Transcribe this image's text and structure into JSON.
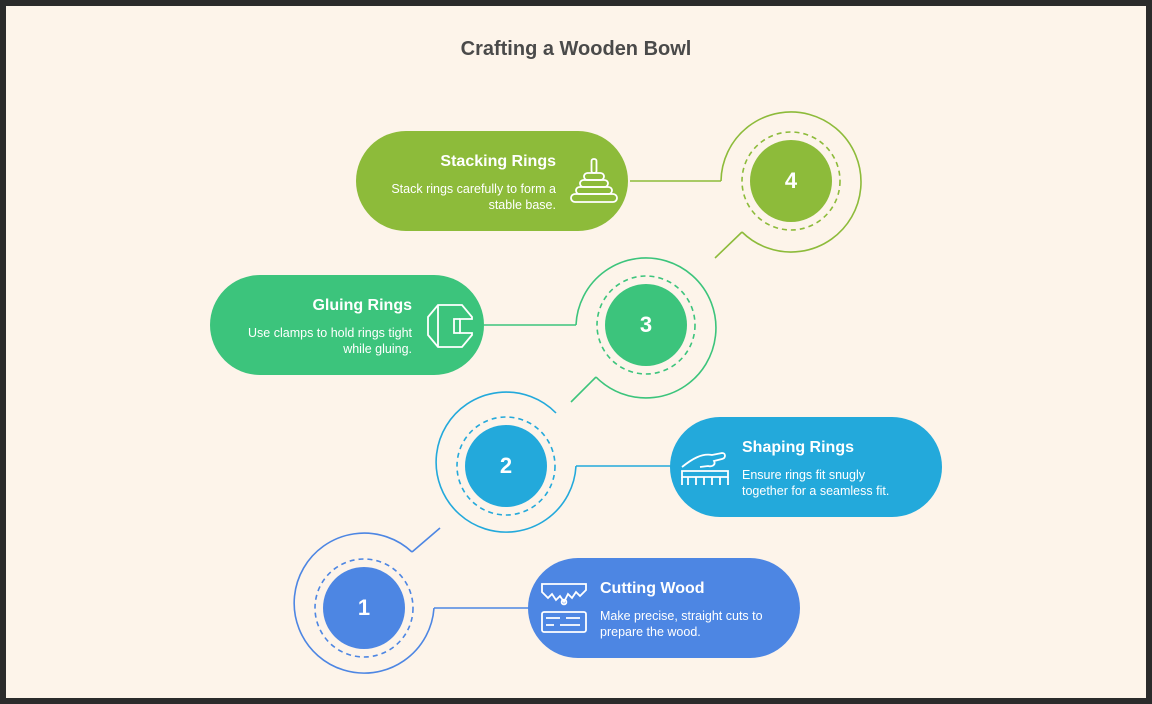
{
  "title": "Crafting a Wooden Bowl",
  "steps": [
    {
      "number": "1",
      "title": "Cutting Wood",
      "description_line1": "Make precise, straight cuts to",
      "description_line2": "prepare the wood.",
      "color": "#4d86e3",
      "icon": "saw-icon"
    },
    {
      "number": "2",
      "title": "Shaping Rings",
      "description_line1": "Ensure rings fit snugly",
      "description_line2": "together for a seamless fit.",
      "color": "#23a9db",
      "icon": "hand-measure-icon"
    },
    {
      "number": "3",
      "title": "Gluing Rings",
      "description_line1": "Use clamps to hold rings tight",
      "description_line2": "while gluing.",
      "color": "#3cc47c",
      "icon": "clamp-icon"
    },
    {
      "number": "4",
      "title": "Stacking Rings",
      "description_line1": "Stack rings carefully to form a",
      "description_line2": "stable base.",
      "color": "#8dbb3a",
      "icon": "ring-stack-icon"
    }
  ]
}
